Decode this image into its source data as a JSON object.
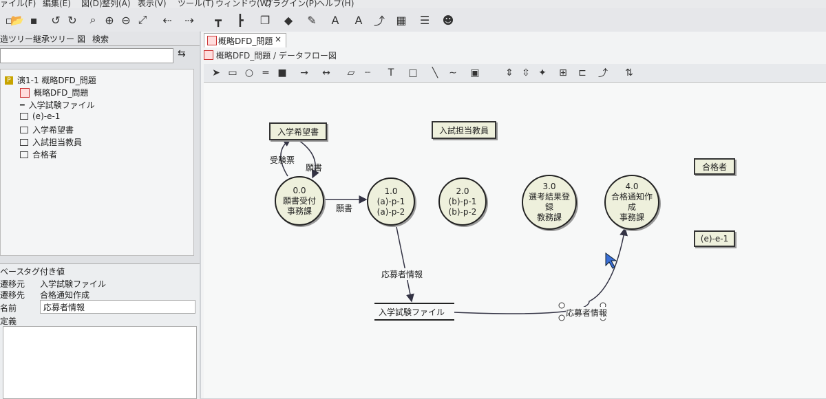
{
  "menubar": [
    "ァイル(F)",
    "編集(E)",
    "図(D)",
    "整列(A)",
    "表示(V)",
    "ツール(T)",
    "ウィンドウ(W)",
    "プラグイン(P)",
    "ヘルプ(H)"
  ],
  "left_tabs": [
    "造ツリー",
    "継承ツリー",
    "図",
    "検索"
  ],
  "tree": {
    "root": "演1-1 概略DFD_問題",
    "items": [
      "概略DFD_問題",
      "入学試験ファイル",
      "(e)-e-1",
      "入学希望書",
      "入試担当教員",
      "合格者"
    ]
  },
  "props": {
    "tabs": [
      "ベース",
      "タグ付き値"
    ],
    "rows": [
      {
        "key": "遷移元",
        "value": "入学試験ファイル"
      },
      {
        "key": "遷移先",
        "value": "合格通知作成"
      },
      {
        "key": "名前",
        "value": "応募者情報"
      },
      {
        "key": "定義",
        "value": ""
      }
    ]
  },
  "editor": {
    "tab_title": "概略DFD_問題",
    "breadcrumb": "概略DFD_問題 / データフロー図"
  },
  "diagram": {
    "entities": [
      "入学希望書",
      "入試担当教員",
      "合格者",
      "(e)-e-1"
    ],
    "processes": [
      {
        "num": "0.0",
        "lines": [
          "願書受付",
          "事務課"
        ]
      },
      {
        "num": "1.0",
        "lines": [
          "(a)-p-1",
          "(a)-p-2"
        ]
      },
      {
        "num": "2.0",
        "lines": [
          "(b)-p-1",
          "(b)-p-2"
        ]
      },
      {
        "num": "3.0",
        "lines": [
          "選考結果登",
          "録",
          "教務課"
        ]
      },
      {
        "num": "4.0",
        "lines": [
          "合格通知作",
          "成",
          "事務課"
        ]
      }
    ],
    "datastore": "入学試験ファイル",
    "flows": [
      "受験票",
      "願書",
      "願書",
      "応募者情報",
      "応募者情報"
    ]
  }
}
